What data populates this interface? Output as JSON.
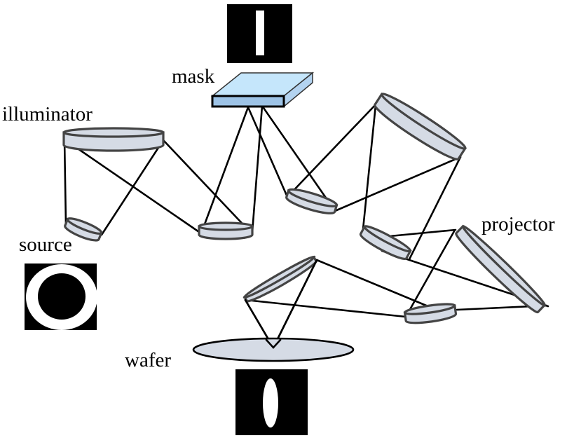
{
  "title": "Lithography optical system schematic",
  "labels": {
    "mask": "mask",
    "illuminator": "illuminator",
    "source": "source",
    "projector": "projector",
    "wafer": "wafer"
  },
  "colors": {
    "lens_fill": "#d5dbe5",
    "lens_stroke": "#444444",
    "mask_top": "#c5e6fb",
    "mask_front": "#9dc3e6",
    "mask_side": "#b3d3f0",
    "ray": "#000000",
    "wafer_fill": "#d5dbe5",
    "pattern_bg": "#000000",
    "pattern_fg": "#ffffff"
  },
  "patterns": {
    "mask_pattern": "vertical-bar",
    "source_pattern": "annular-ring",
    "wafer_pattern": "vertical-ellipse"
  }
}
